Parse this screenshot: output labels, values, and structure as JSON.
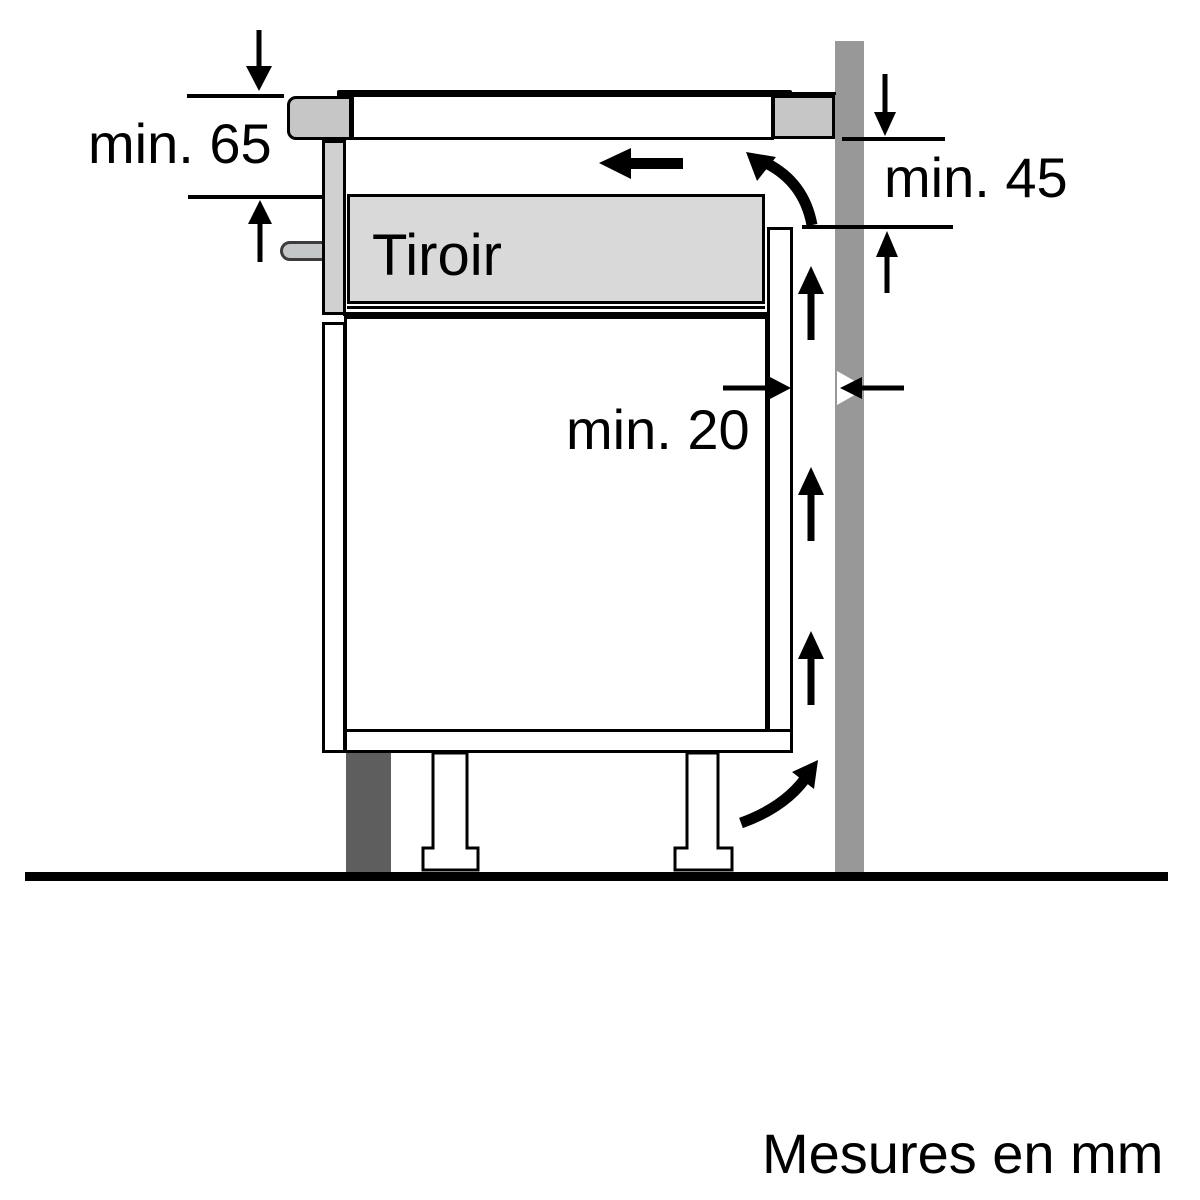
{
  "labels": {
    "dim_left": "min. 65",
    "dim_right": "min. 45",
    "dim_gap": "min. 20",
    "drawer": "Tiroir",
    "units_note": "Mesures en mm"
  },
  "colors": {
    "wall": "#989898",
    "countertop": "#c6c6c6",
    "panel": "#d0d0d0",
    "drawer": "#d9d9d9",
    "handle": "#c4c7c7",
    "plinth": "#5e5e5e",
    "ink": "#000000",
    "background": "#ffffff"
  }
}
